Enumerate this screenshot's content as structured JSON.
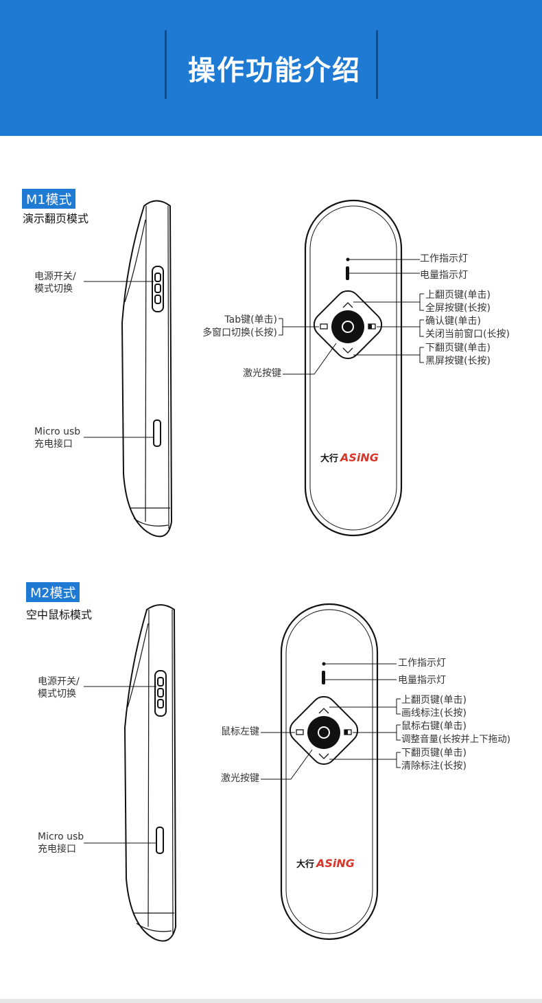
{
  "header": {
    "title": "操作功能介绍",
    "color": "#1f7ad4"
  },
  "brand": {
    "cn": "大行",
    "en": "ASiNG",
    "accent": "#d8352a"
  },
  "sections": [
    {
      "tag": "M1模式",
      "subtitle": "演示翻页模式",
      "side": {
        "power": [
          "电源开关/",
          "模式切换"
        ],
        "usb": [
          "Micro usb",
          "充电接口"
        ]
      },
      "front": {
        "work_light": "工作指示灯",
        "battery_light": "电量指示灯",
        "up": [
          "上翻页键(单击)",
          "全屏按键(长按)"
        ],
        "right": [
          "确认键(单击)",
          "关闭当前窗口(长按)"
        ],
        "down": [
          "下翻页键(单击)",
          "黑屏按键(长按)"
        ],
        "left": [
          "Tab键(单击)",
          "多窗口切换(长按)"
        ],
        "laser": "激光按键"
      }
    },
    {
      "tag": "M2模式",
      "subtitle": "空中鼠标模式",
      "side": {
        "power": [
          "电源开关/",
          "模式切换"
        ],
        "usb": [
          "Micro usb",
          "充电接口"
        ]
      },
      "front": {
        "work_light": "工作指示灯",
        "battery_light": "电量指示灯",
        "up": [
          "上翻页键(单击)",
          "画线标注(长按)"
        ],
        "right": [
          "鼠标右键(单击)",
          "调整音量(长按并上下拖动)"
        ],
        "down": [
          "下翻页键(单击)",
          "清除标注(长按)"
        ],
        "left": [
          "鼠标左键"
        ],
        "laser": "激光按键"
      }
    }
  ]
}
